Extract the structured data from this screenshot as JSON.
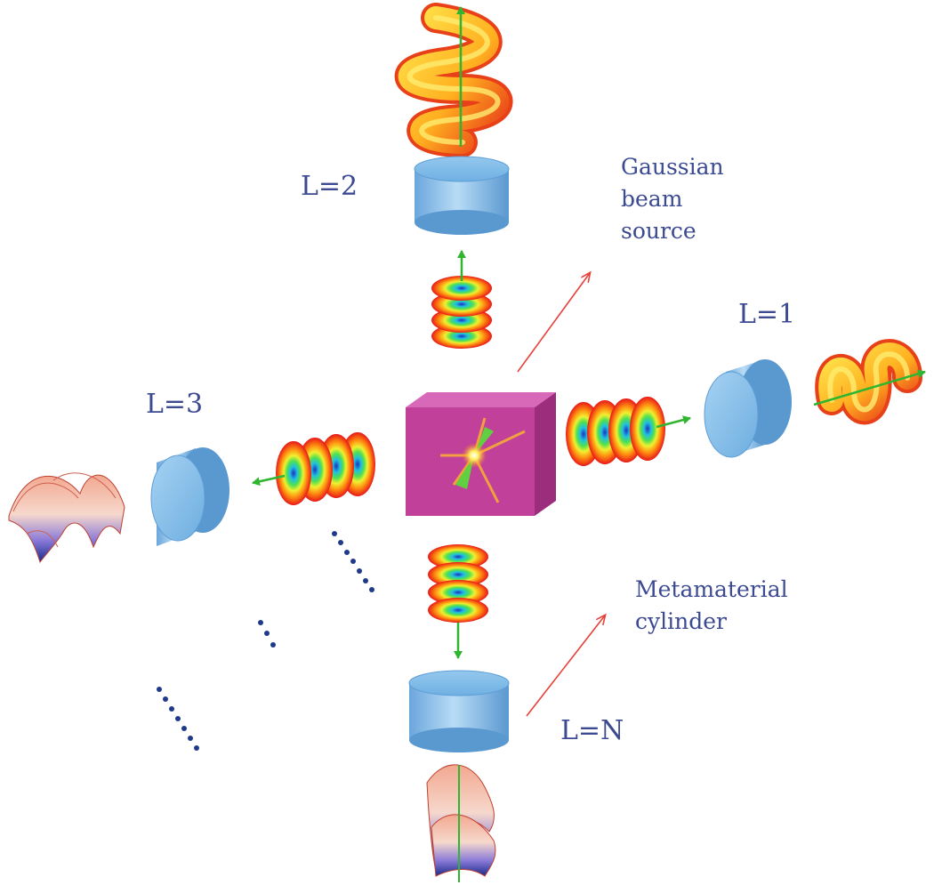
{
  "labels": {
    "l1": "L=1",
    "l2": "L=2",
    "l3": "L=3",
    "ln": "L=N",
    "gaussian_line1": "Gaussian",
    "gaussian_line2": "beam",
    "gaussian_line3": "source",
    "metamaterial_line1": "Metamaterial",
    "metamaterial_line2": "cylinder"
  },
  "colors": {
    "label_text": "#3c4a92",
    "cylinder": "#79b6e6",
    "cube": "#c0409a",
    "pointer_arrow": "#e8403a",
    "propagation_arrow": "#2fb52f",
    "dots": "#1f3a8a"
  }
}
